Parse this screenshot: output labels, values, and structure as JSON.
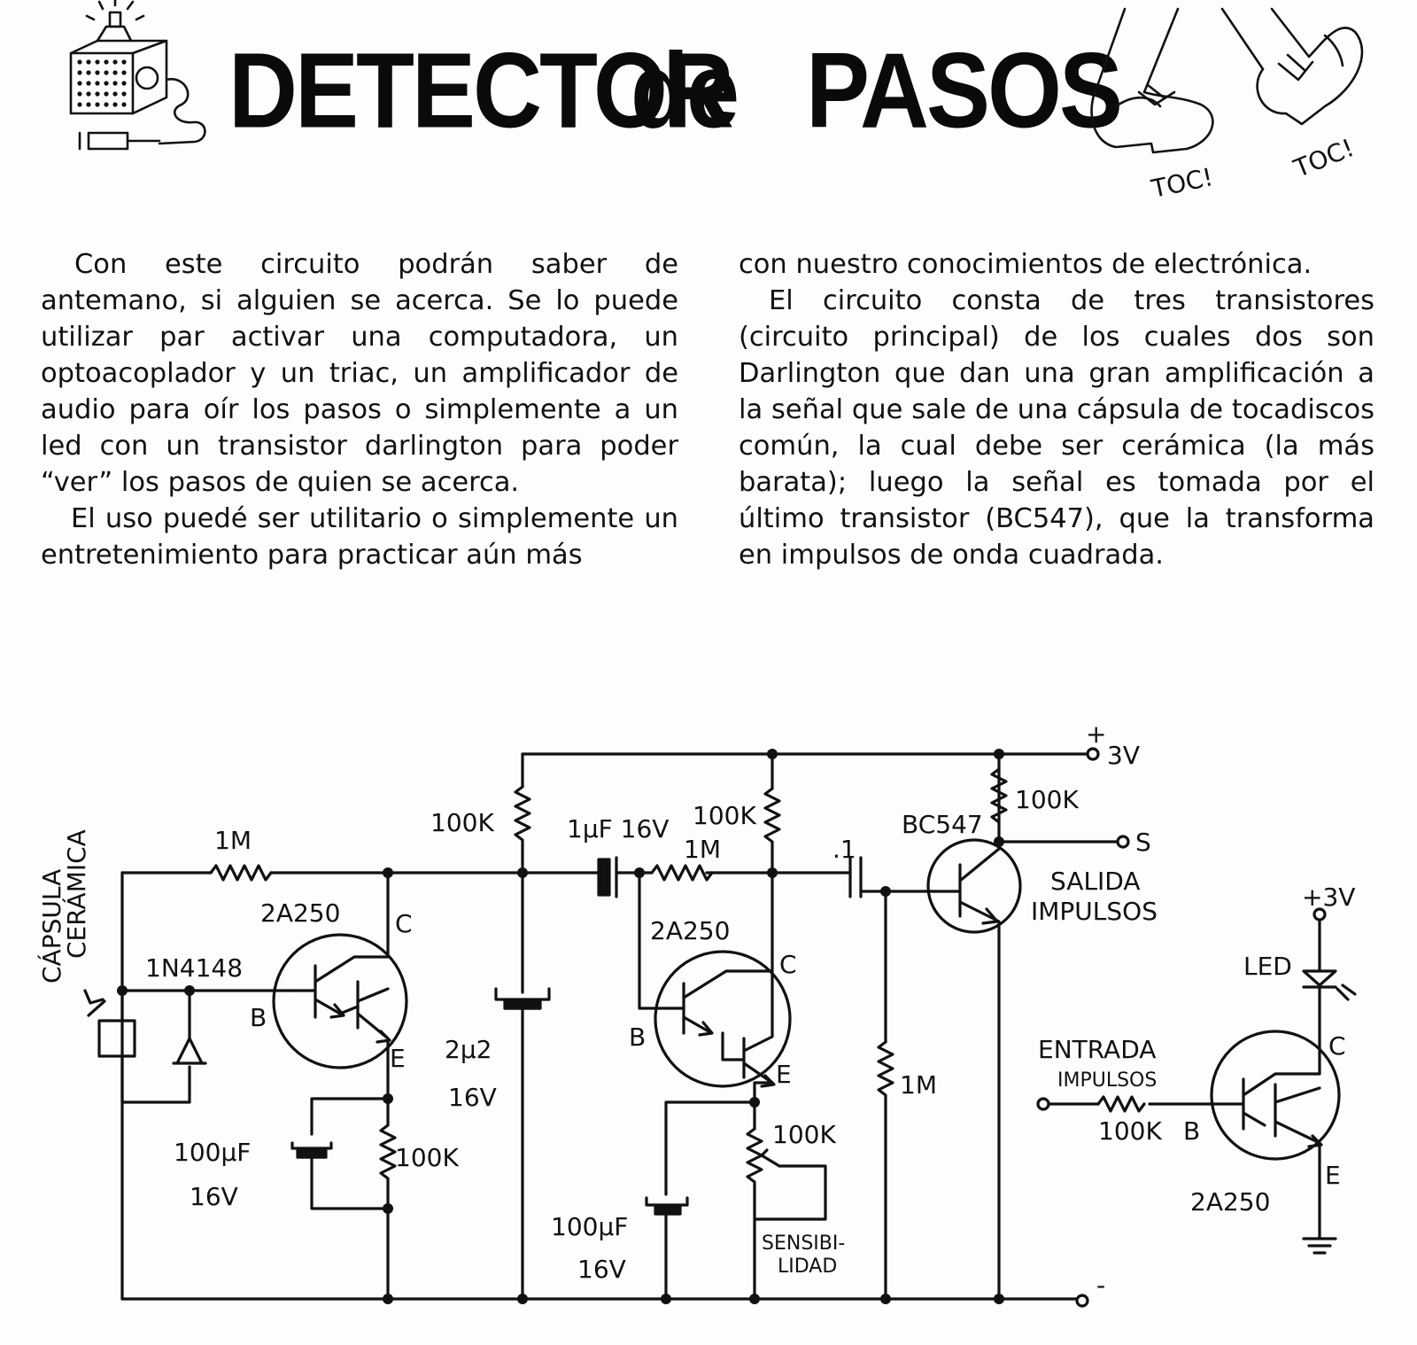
{
  "header": {
    "title_word1": "DETECTOR",
    "title_word2": "de",
    "title_word3": "PASOS",
    "toc1": "TOC!",
    "toc2": "TOC!"
  },
  "article": {
    "left": [
      "Con este circuito podrán saber de antemano, si alguien se acerca. Se lo puede utilizar par activar una computadora, un optoacoplador y un triac, un amplificador de audio para oír los pasos o simplemente a un led con un transistor darlington para poder “ver” los pasos de quien se acerca.",
      "El uso puedé ser utilitario o simplemente un entretenimiento para practicar aún más"
    ],
    "right": [
      "con nuestro conocimientos de electrónica.",
      "El circuito consta de tres transistores (circuito principal) de los cuales dos son Darlington que dan una gran amplificación a la señal que sale de una cápsula de tocadiscos común, la cual debe ser cerámica (la más barata); luego la señal es tomada por el último transistor (BC547), que la transforma en impulsos de onda cuadrada."
    ]
  },
  "circuit": {
    "capsula_line1": "CÁPSULA",
    "capsula_line2": "CERÁMICA",
    "r_1m_input": "1M",
    "q1_type": "2A250",
    "q1_c": "C",
    "q1_b": "B",
    "q1_e": "E",
    "diode": "1N4148",
    "c_100uf_1": "100µF",
    "c_100uf_1_v": "16V",
    "r_100k_e1": "100K",
    "r_100k_top1": "100K",
    "c_2u2": "2µ2",
    "c_2u2_v": "16V",
    "c_1uf": "1µF 16V",
    "r_1m_mid": "1M",
    "r_100k_top2": "100K",
    "q2_type": "2A250",
    "q2_c": "C",
    "q2_b": "B",
    "q2_e": "E",
    "pot_100k": "100K",
    "c_100uf_2": "100µF",
    "c_100uf_2_v": "16V",
    "sens_1": "SENSIBI-",
    "sens_2": "LIDAD",
    "c_01": ".1",
    "r_1m_right": "1M",
    "q3_type": "BC547",
    "r_100k_q3": "100K",
    "plus": "+",
    "vcc": "3V",
    "minus": "-",
    "s_terminal": "S",
    "salida_1": "SALIDA",
    "salida_2": "IMPULSOS",
    "led_plus_3v": "+3V",
    "led": "LED",
    "entrada_1": "ENTRADA",
    "entrada_2": "IMPULSOS",
    "r_100k_led": "100K",
    "q4_b": "B",
    "q4_c": "C",
    "q4_e": "E",
    "q4_type": "2A250"
  }
}
